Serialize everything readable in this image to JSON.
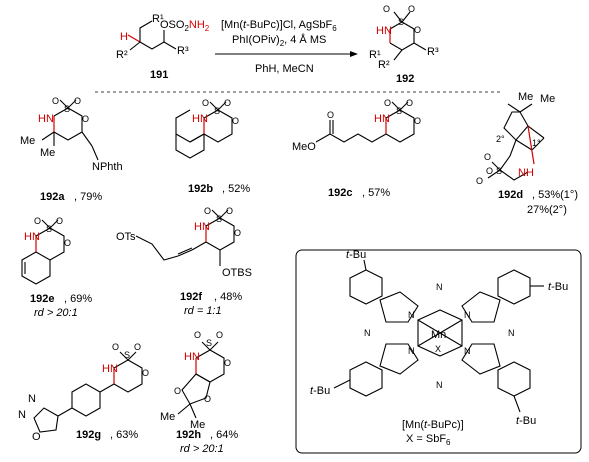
{
  "scheme": {
    "reactant_label": "191",
    "product_label": "192",
    "reagents_line1": "[Mn(t-BuPc)]Cl, AgSbF6",
    "reagents_line2": "PhI(OPiv)2, 4 Å MS",
    "conditions": "PhH, MeCN",
    "reactant_group": "OSO2NH2",
    "reactant_H": "H",
    "r1": "R1",
    "r2": "R2",
    "r3": "R3"
  },
  "products": [
    {
      "id": "192a",
      "label": "192a",
      "yield": "79%",
      "substituent": "NPhth"
    },
    {
      "id": "192b",
      "label": "192b",
      "yield": "52%"
    },
    {
      "id": "192c",
      "label": "192c",
      "yield": "57%",
      "substituent": "MeO"
    },
    {
      "id": "192d",
      "label": "192d",
      "yield": "53%(1°)",
      "yield2": "27%(2°)"
    },
    {
      "id": "192e",
      "label": "192e",
      "yield": "69%",
      "rd": "rd > 20:1"
    },
    {
      "id": "192f",
      "label": "192f",
      "yield": "48%",
      "rd": "rd = 1:1",
      "sub1": "OTs",
      "sub2": "OTBS"
    },
    {
      "id": "192g",
      "label": "192g",
      "yield": "63%"
    },
    {
      "id": "192h",
      "label": "192h",
      "yield": "64%",
      "rd": "rd > 20:1"
    }
  ],
  "catalyst": {
    "name": "[Mn(t-BuPc)]",
    "counterion": "X = SbF6",
    "metal": "Mn",
    "x": "X",
    "tbu": "t-Bu"
  }
}
